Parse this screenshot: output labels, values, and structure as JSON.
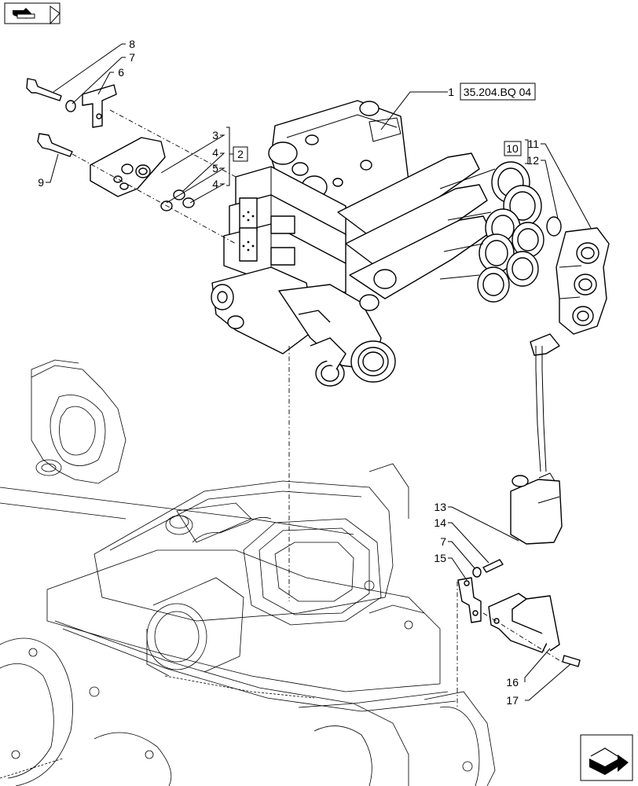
{
  "nav": {
    "prev_icon": "page-back-icon",
    "next_icon": "page-forward-icon"
  },
  "reference": {
    "code": "35.204.BQ 04"
  },
  "group_boxes": {
    "box_2": "2",
    "box_10": "10"
  },
  "callouts": {
    "c1": "1",
    "c2_3": "3",
    "c2_4a": "4",
    "c2_5": "5",
    "c2_4b": "4",
    "c6": "6",
    "c7a": "7",
    "c8": "8",
    "c9": "9",
    "c11": "11",
    "c12": "12",
    "c13": "13",
    "c14": "14",
    "c7b": "7",
    "c15": "15",
    "c16": "16",
    "c17": "17"
  }
}
